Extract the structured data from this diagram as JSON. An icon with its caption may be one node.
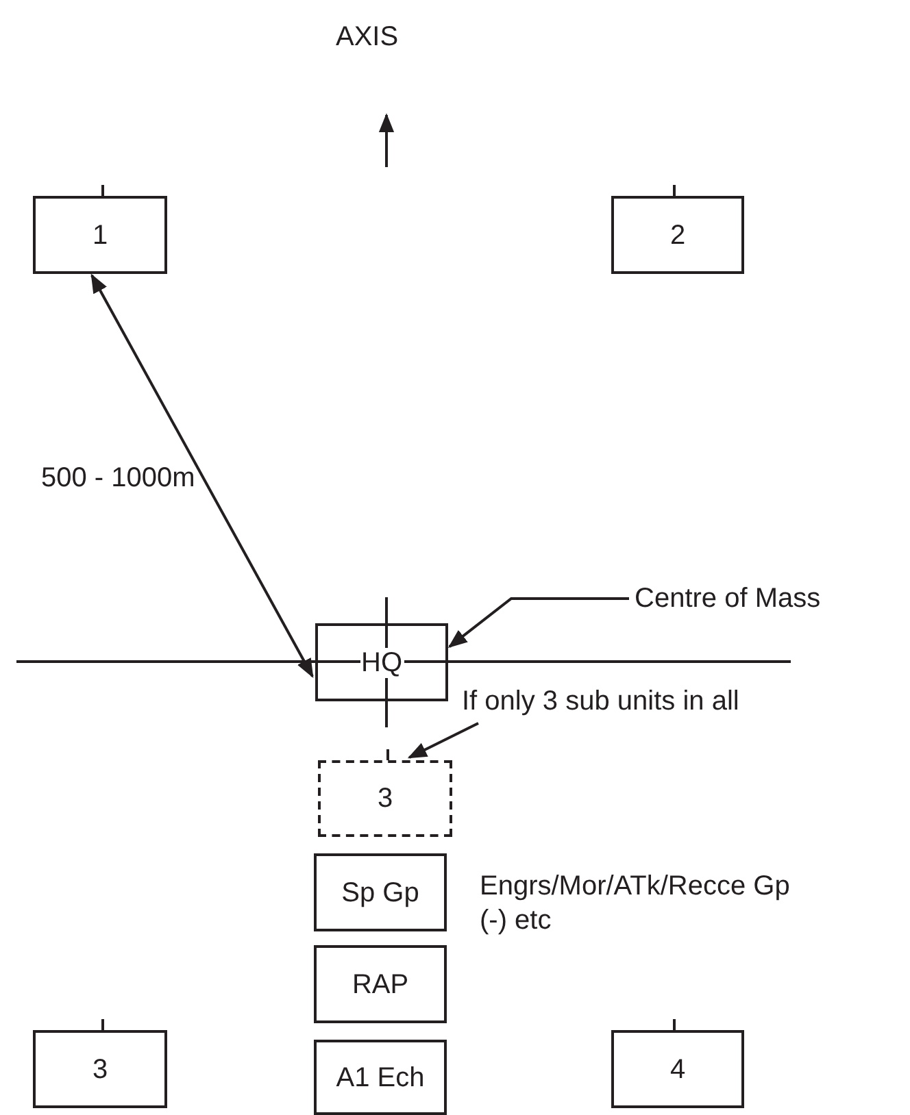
{
  "diagram": {
    "nodes": [
      {
        "text": [
          "1"
        ]
      },
      {
        "text": [
          "2"
        ]
      },
      {
        "text": [
          "HQ"
        ]
      },
      {
        "text": [
          "Centre of Mass"
        ]
      },
      {
        "text": [
          "If only 3 sub units in all"
        ]
      },
      {
        "text": [
          "3"
        ]
      },
      {
        "text": [
          "Sp Gp"
        ],
        "beside": [
          "Engrs/Mor/ATk/Recce Gp (-) etc"
        ]
      },
      {
        "text": [
          "RAP"
        ]
      },
      {
        "text": [
          "3"
        ]
      },
      {
        "text": [
          "A1 Ech"
        ]
      },
      {
        "text": [
          "4"
        ]
      }
    ],
    "edges": [
      {
        "from": 0,
        "to": 2,
        "arrow": "both",
        "label": "500 - 1000m"
      },
      {
        "from": 3,
        "to": 2,
        "arrow": "to"
      },
      {
        "from": 4,
        "to": 5,
        "arrow": "to"
      }
    ],
    "labels": [
      "AXIS"
    ]
  }
}
